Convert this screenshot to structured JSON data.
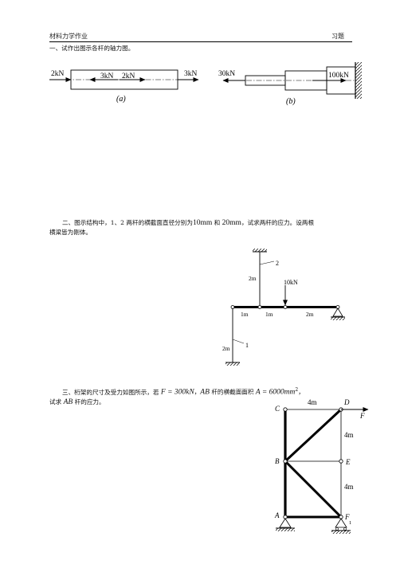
{
  "header": {
    "left": "材料力学作业",
    "right": "习题"
  },
  "q1": {
    "text": "一、试作出图示各杆的轴力图。",
    "fig_a": {
      "f1": "2kN",
      "f2": "3kN",
      "f3": "2kN",
      "f4": "3kN",
      "label": "(a)"
    },
    "fig_b": {
      "f1": "30kN",
      "f2": "100kN",
      "label": "(b)"
    }
  },
  "q2": {
    "line1_a": "二、图示结构中，1、2 两杆的横截面直径分别为",
    "d1": "10mm",
    "and": " 和 ",
    "d2": "20mm",
    "line1_b": "，试求两杆的应力。设两根",
    "line2": "横梁皆为刚体。",
    "fig": {
      "bar2": "2",
      "len2": "2m",
      "load": "10kN",
      "seg1": "1m",
      "seg2": "1m",
      "seg3": "2m",
      "bar1": "1",
      "len1": "2m"
    }
  },
  "q3": {
    "line1_a": "三、桁架的尺寸及受力如图所示，若 ",
    "fval": "F = 300kN",
    "line1_b": "，",
    "ab": "AB",
    "line1_c": " 杆的横截面面积 ",
    "area": "A = 6000mm",
    "sup": "2",
    "line1_d": "，",
    "line2_a": "试求 ",
    "ab2": "AB",
    "line2_b": " 杆的应力。",
    "fig": {
      "c": "C",
      "d": "D",
      "f_force": "F",
      "top": "4m",
      "right1": "4m",
      "right2": "4m",
      "b": "B",
      "e": "E",
      "a": "A",
      "f_node": "F",
      "sub": "1"
    }
  }
}
